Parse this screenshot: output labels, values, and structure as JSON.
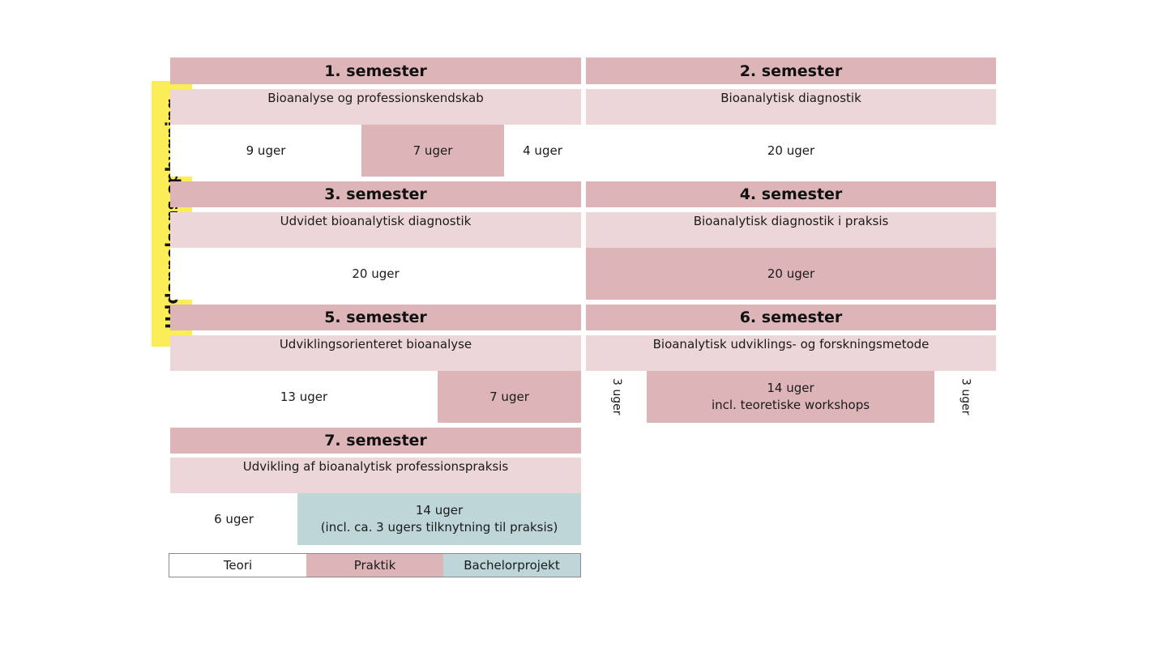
{
  "sidebar_label": "Uddannelsens opbygning",
  "semesters": [
    {
      "title": "1. semester",
      "course": "Bioanalyse og professionskendskab",
      "blocks": [
        {
          "label": "9 uger",
          "type": "teori"
        },
        {
          "label": "7 uger",
          "type": "praktik"
        },
        {
          "label": "4 uger",
          "type": "teori"
        }
      ]
    },
    {
      "title": "2. semester",
      "course": "Bioanalytisk diagnostik",
      "blocks": [
        {
          "label": "20 uger",
          "type": "teori"
        }
      ]
    },
    {
      "title": "3. semester",
      "course": "Udvidet bioanalytisk diagnostik",
      "blocks": [
        {
          "label": "20 uger",
          "type": "teori"
        }
      ]
    },
    {
      "title": "4. semester",
      "course": "Bioanalytisk diagnostik i praksis",
      "blocks": [
        {
          "label": "20 uger",
          "type": "praktik"
        }
      ]
    },
    {
      "title": "5. semester",
      "course": "Udviklingsorienteret bioanalyse",
      "blocks": [
        {
          "label": "13 uger",
          "type": "teori"
        },
        {
          "label": "7 uger",
          "type": "praktik"
        }
      ]
    },
    {
      "title": "6. semester",
      "course": "Bioanalytisk udviklings- og forskningsmetode",
      "blocks": [
        {
          "label": "3 uger",
          "type": "teori"
        },
        {
          "label": "14 uger",
          "sublabel": "incl. teoretiske workshops",
          "type": "praktik"
        },
        {
          "label": "3 uger",
          "type": "teori"
        }
      ]
    },
    {
      "title": "7. semester",
      "course": "Udvikling af bioanalytisk professionspraksis",
      "blocks": [
        {
          "label": "6 uger",
          "type": "teori"
        },
        {
          "label": "14 uger",
          "sublabel": "(incl. ca. 3 ugers tilknytning til praksis)",
          "type": "bachelor"
        }
      ]
    }
  ],
  "legend": {
    "teori": "Teori",
    "praktik": "Praktik",
    "bachelor": "Bachelorprojekt"
  },
  "colors": {
    "header": "#ddb5b9",
    "course": "#ecd6d8",
    "praktik": "#ddb5b9",
    "bachelor": "#bfd6d8",
    "sidebar": "#fbed55"
  }
}
